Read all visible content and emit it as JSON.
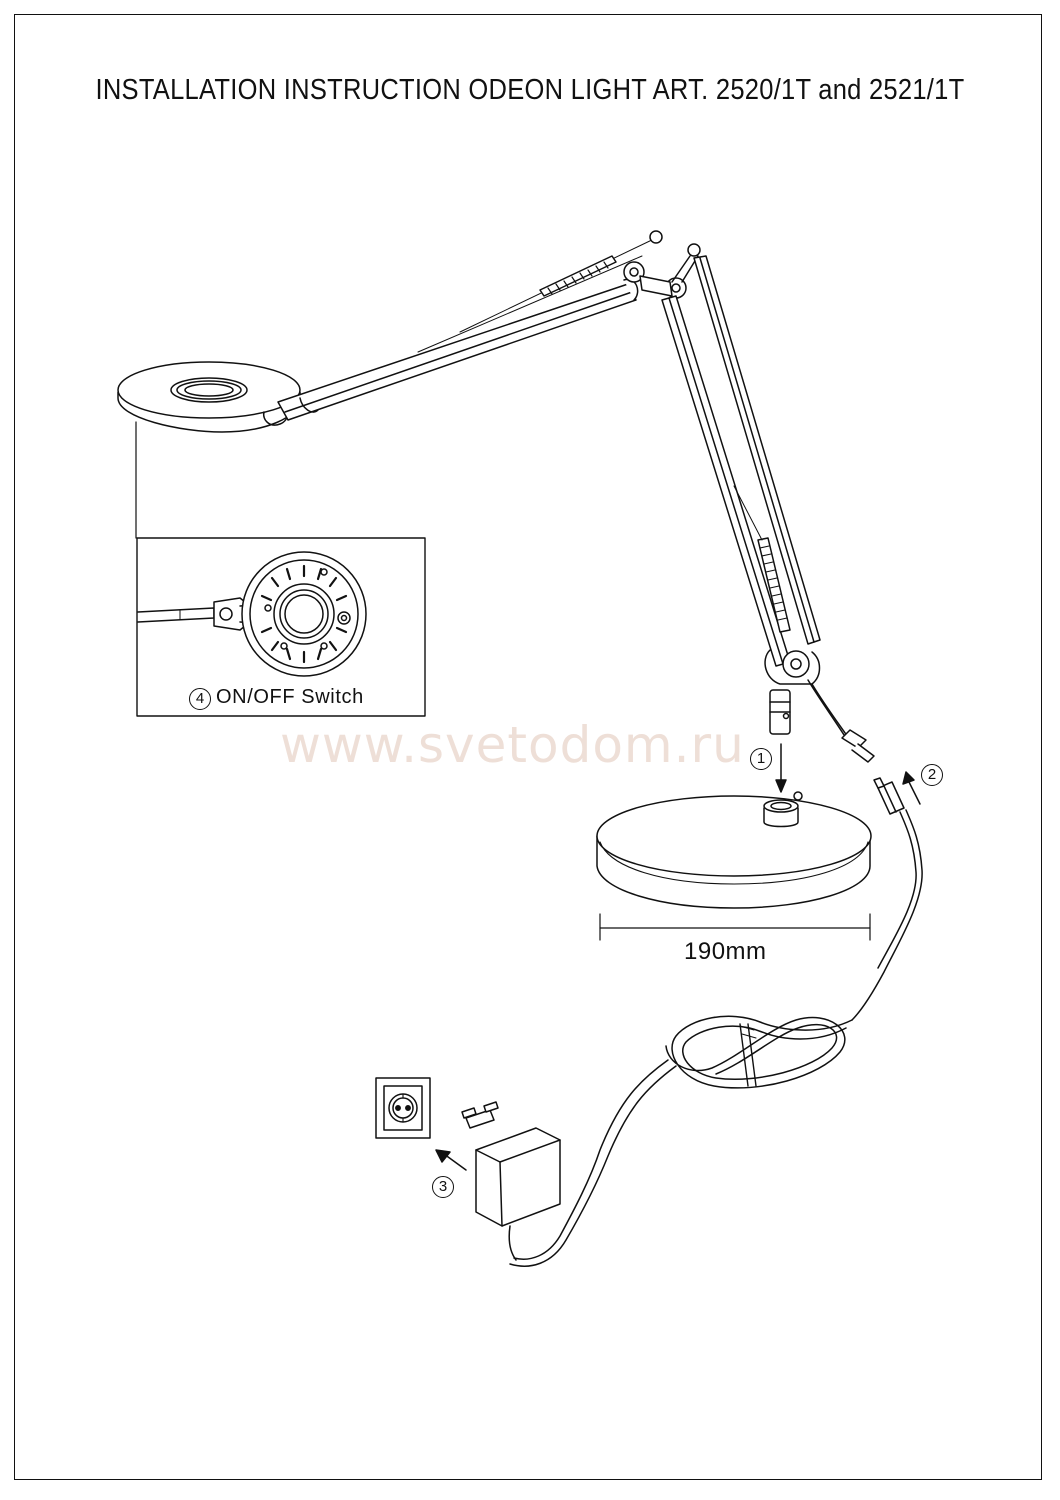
{
  "title": "INSTALLATION INSTRUCTION ODEON LIGHT ART. 2520/1T and 2521/1T",
  "watermark": "www.svetodom.ru",
  "dimension_label": "190mm",
  "switch_label": "ON/OFF Switch",
  "steps": [
    {
      "number": "1"
    },
    {
      "number": "2"
    },
    {
      "number": "3"
    },
    {
      "number": "4"
    }
  ]
}
